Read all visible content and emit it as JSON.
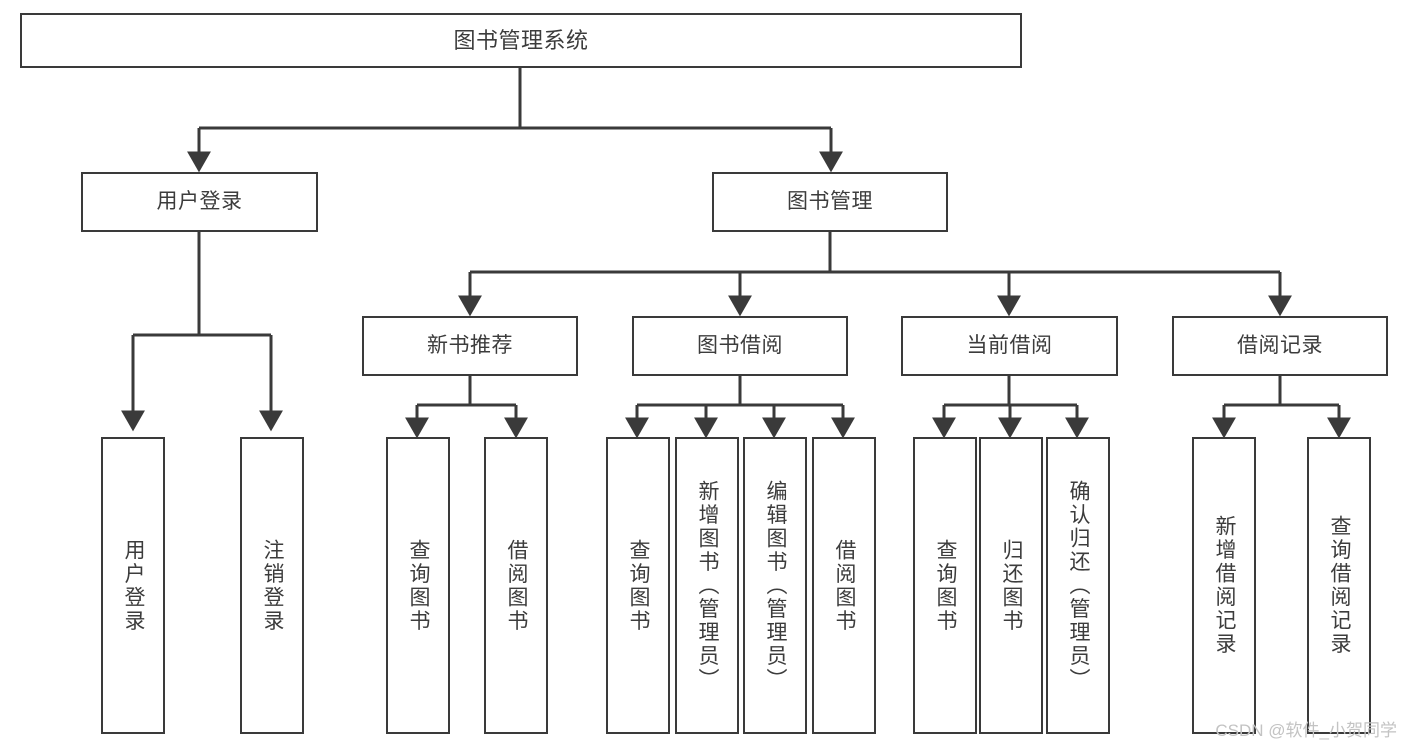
{
  "diagram": {
    "type": "tree-hierarchy",
    "title": "图书管理系统",
    "root": {
      "id": "root",
      "label": "图书管理系统"
    },
    "level2": [
      {
        "id": "user-login",
        "label": "用户登录"
      },
      {
        "id": "book-manage",
        "label": "图书管理"
      }
    ],
    "level3": [
      {
        "id": "new-book-recommend",
        "label": "新书推荐"
      },
      {
        "id": "book-borrow",
        "label": "图书借阅"
      },
      {
        "id": "current-borrow",
        "label": "当前借阅"
      },
      {
        "id": "borrow-record",
        "label": "借阅记录"
      }
    ],
    "leaves": [
      {
        "id": "leaf-user-login",
        "label": "用户登录",
        "parent": "user-login"
      },
      {
        "id": "leaf-logout-login",
        "label": "注销登录",
        "parent": "user-login"
      },
      {
        "id": "leaf-query-book-1",
        "label": "查询图书",
        "parent": "new-book-recommend"
      },
      {
        "id": "leaf-borrow-book-1",
        "label": "借阅图书",
        "parent": "new-book-recommend"
      },
      {
        "id": "leaf-query-book-2",
        "label": "查询图书",
        "parent": "book-borrow"
      },
      {
        "id": "leaf-add-book",
        "label": "新增图书（管理员）",
        "parent": "book-borrow"
      },
      {
        "id": "leaf-edit-book",
        "label": "编辑图书（管理员）",
        "parent": "book-borrow"
      },
      {
        "id": "leaf-borrow-book-2",
        "label": "借阅图书",
        "parent": "book-borrow"
      },
      {
        "id": "leaf-query-book-3",
        "label": "查询图书",
        "parent": "current-borrow"
      },
      {
        "id": "leaf-return-book",
        "label": "归还图书",
        "parent": "current-borrow"
      },
      {
        "id": "leaf-confirm-return",
        "label": "确认归还（管理员）",
        "parent": "current-borrow"
      },
      {
        "id": "leaf-add-record",
        "label": "新增借阅记录",
        "parent": "borrow-record"
      },
      {
        "id": "leaf-query-record",
        "label": "查询借阅记录",
        "parent": "borrow-record"
      }
    ],
    "colors": {
      "stroke": "#3a3a3a",
      "text": "#3c3c3c",
      "background": "#ffffff",
      "watermark": "#c3c3c3"
    }
  },
  "watermark": {
    "text": "CSDN @软件_小贺同学"
  }
}
